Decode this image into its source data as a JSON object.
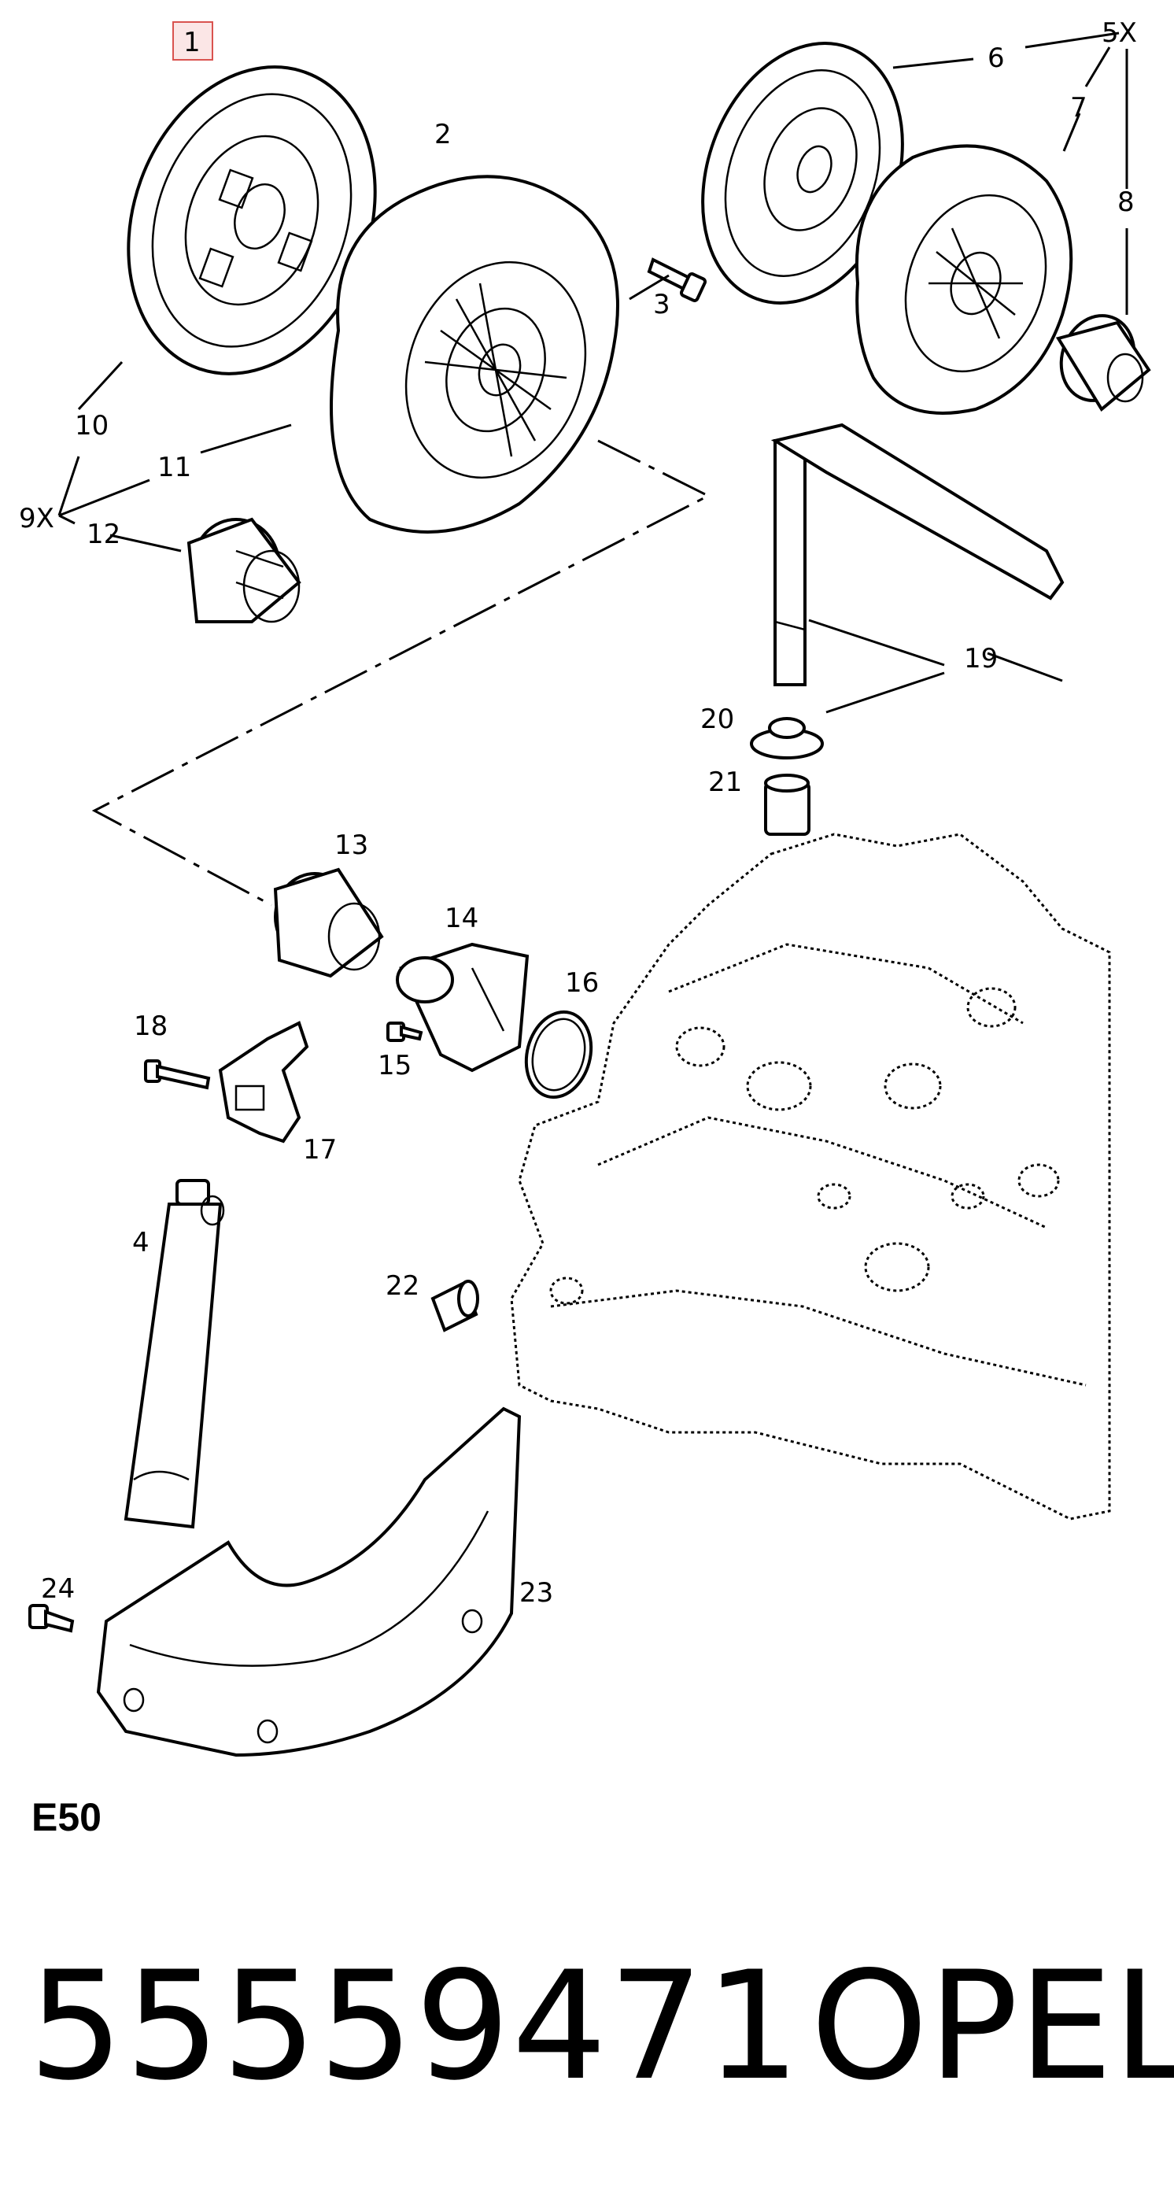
{
  "diagram": {
    "highlighted_callout": "1",
    "callouts": [
      {
        "id": "c1",
        "label": "1"
      },
      {
        "id": "c2",
        "label": "2"
      },
      {
        "id": "c3",
        "label": "3"
      },
      {
        "id": "c4",
        "label": "4"
      },
      {
        "id": "c5",
        "label": "5X"
      },
      {
        "id": "c6",
        "label": "6"
      },
      {
        "id": "c7",
        "label": "7"
      },
      {
        "id": "c8",
        "label": "8"
      },
      {
        "id": "c9",
        "label": "9X"
      },
      {
        "id": "c10",
        "label": "10"
      },
      {
        "id": "c11",
        "label": "11"
      },
      {
        "id": "c12",
        "label": "12"
      },
      {
        "id": "c13",
        "label": "13"
      },
      {
        "id": "c14",
        "label": "14"
      },
      {
        "id": "c15",
        "label": "15"
      },
      {
        "id": "c16",
        "label": "16"
      },
      {
        "id": "c17",
        "label": "17"
      },
      {
        "id": "c18",
        "label": "18"
      },
      {
        "id": "c19",
        "label": "19"
      },
      {
        "id": "c20",
        "label": "20"
      },
      {
        "id": "c21",
        "label": "21"
      },
      {
        "id": "c22",
        "label": "22"
      },
      {
        "id": "c23",
        "label": "23"
      },
      {
        "id": "c24",
        "label": "24"
      }
    ],
    "diagram_code": "E50",
    "part_number": "55559471",
    "brand": "OPEL",
    "highlight_color": "#d9534f"
  }
}
